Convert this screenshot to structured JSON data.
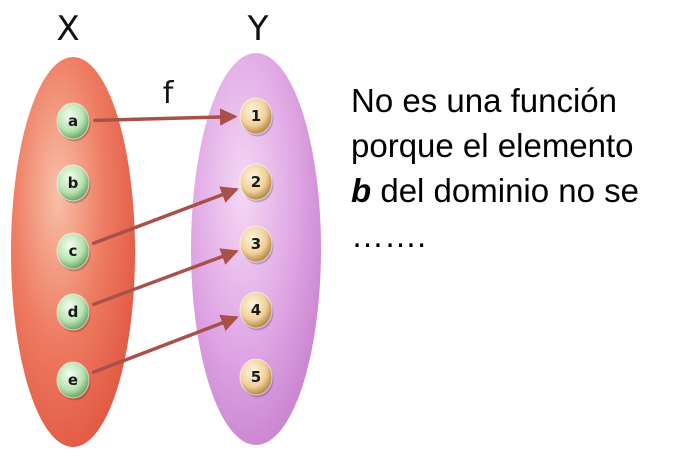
{
  "diagram": {
    "function_label": "f",
    "domain_set": {
      "label": "X",
      "color": "#e8604a",
      "elements": [
        "a",
        "b",
        "c",
        "d",
        "e"
      ]
    },
    "codomain_set": {
      "label": "Y",
      "color": "#d99ee0",
      "elements": [
        "1",
        "2",
        "3",
        "4",
        "5"
      ]
    },
    "mappings": [
      {
        "from": "a",
        "to": "1"
      },
      {
        "from": "c",
        "to": "2"
      },
      {
        "from": "d",
        "to": "3"
      },
      {
        "from": "e",
        "to": "4"
      }
    ],
    "arrow_color": "#a9504a"
  },
  "caption": {
    "line1": "No es una función",
    "line2": "porque el elemento",
    "line3_emphasis": "b",
    "line3_rest": " del dominio no se",
    "line4": "……."
  }
}
